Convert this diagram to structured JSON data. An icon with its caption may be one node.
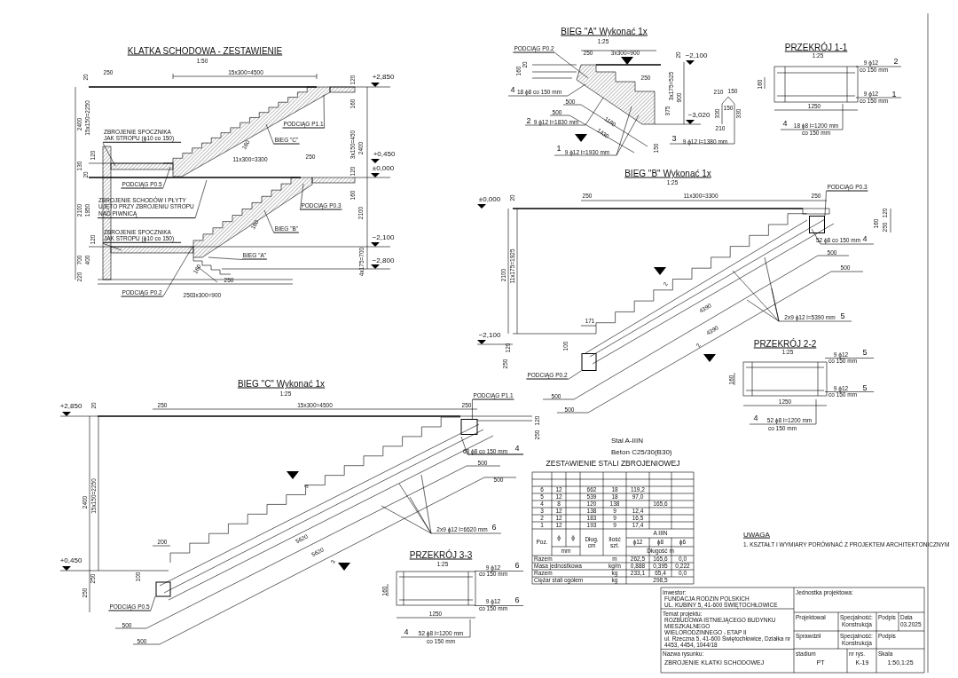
{
  "diagram": {
    "nodes": [
      {
        "text": [
          "PODCIĄG P1.1"
        ]
      },
      {
        "text": [
          "ZBROJENIE SPOCZNIKA JAK STROPU (ϕ10 co 150)"
        ]
      },
      {
        "text": [
          "BIEG \"C\""
        ]
      },
      {
        "text": [
          "PODCIĄG P0.5"
        ]
      },
      {
        "text": [
          "ZBROJENIE SCHODÓW I PŁYTY UJĘTO PRZY ZBROJENIU STROPU NAD PIWNICĄ"
        ]
      },
      {
        "text": [
          "PODCIĄG P0.3"
        ]
      },
      {
        "text": [
          "BIEG \"B\""
        ]
      },
      {
        "text": [
          "ZBROJENIE SPOCZNIKA JAK STROPU (ϕ10 co 150)"
        ]
      },
      {
        "text": [
          "BIEG \"A\""
        ]
      },
      {
        "text": [
          "PODCIĄG P0.2"
        ]
      },
      {
        "text": [
          "PODCIĄG P0.2"
        ]
      },
      {
        "text": [
          "PODCIĄG P0.3"
        ]
      },
      {
        "text": [
          "PODCIĄG P0.2"
        ]
      },
      {
        "text": [
          "PODCIĄG P1.1"
        ]
      },
      {
        "text": [
          "PODCIĄG P0.5"
        ]
      },
      {
        "text": [],
        "shape": "box"
      },
      {
        "text": [],
        "shape": "box"
      },
      {
        "text": [],
        "shape": "box"
      },
      {
        "text": [],
        "shape": "box"
      }
    ],
    "edges": [
      {
        "from": 0,
        "to": null,
        "arrow": "none"
      },
      {
        "from": 1,
        "to": null,
        "arrow": "none"
      },
      {
        "from": 2,
        "to": null,
        "arrow": "none"
      },
      {
        "from": 3,
        "to": null,
        "arrow": "none"
      },
      {
        "from": 4,
        "to": null,
        "arrow": "none"
      },
      {
        "from": 5,
        "to": null,
        "arrow": "none"
      },
      {
        "from": 6,
        "to": null,
        "arrow": "none"
      },
      {
        "from": 7,
        "to": null,
        "arrow": "none"
      },
      {
        "from": 8,
        "to": null,
        "arrow": "none"
      },
      {
        "from": 9,
        "to": null,
        "arrow": "none"
      },
      {
        "from": 10,
        "to": null,
        "arrow": "none"
      },
      {
        "from": 11,
        "to": 15,
        "arrow": "none"
      },
      {
        "from": 12,
        "to": 16,
        "arrow": "none"
      },
      {
        "from": 13,
        "to": 17,
        "arrow": "none"
      },
      {
        "from": 14,
        "to": 18,
        "arrow": "none"
      }
    ],
    "labels": [
      "KLATKA SCHODOWA - ZESTAWIENIE",
      "1:50",
      "20",
      "250",
      "15x300=4500",
      "+2,850",
      "120",
      "160",
      "2400",
      "15x150=2250",
      "160",
      "3x150=450",
      "2400",
      "120",
      "11x300=3300",
      "250",
      "+0,450",
      "130",
      "20",
      "120",
      "±0,000",
      "160",
      "2100",
      "1950",
      "2100",
      "160",
      "120",
      "−2,100",
      "700",
      "400",
      "220",
      "−2,800",
      "4x175=700",
      "160",
      "250",
      "250",
      "3x300=900",
      "BIEG \"A\" Wykonać 1x",
      "1:25",
      "250",
      "3x300=900",
      "20",
      "−2,100",
      "160",
      "20",
      "250",
      "3x175=525",
      "900",
      "4",
      "18 ϕ8 co 150 mm",
      "210",
      "150",
      "150",
      "330",
      "330",
      "210",
      "500",
      "500",
      "375",
      "−3,020",
      "1180",
      "1430",
      "2",
      "9 ϕ12 l=1830 mm",
      "3",
      "9 ϕ12 l=1380 mm",
      "150",
      "1",
      "9 ϕ12 l=1930 mm",
      "PRZEKRÓJ 1-1",
      "1:25",
      "9 ϕ12",
      "co 150 mm",
      "2",
      "160",
      "9 ϕ12",
      "co 150 mm",
      "1",
      "1250",
      "4",
      "18 ϕ8 l=1200 mm",
      "co 150 mm",
      "BIEG \"B\" Wykonać 1x",
      "1:25",
      "±0,000",
      "20",
      "250",
      "11x300=3300",
      "250",
      "120",
      "160",
      "250",
      "52 ϕ8 co 150 mm",
      "4",
      "500",
      "500",
      "2100",
      "11x175=1925",
      "2",
      "2x9 ϕ12 l=5390 mm",
      "5",
      "171",
      "4390",
      "4390",
      "−2,100",
      "120",
      "100",
      "2",
      "250",
      "500",
      "500",
      "PRZEKRÓJ 2-2",
      "1:25",
      "9 ϕ12",
      "co 150 mm",
      "5",
      "160",
      "9 ϕ12",
      "co 150 mm",
      "5",
      "1250",
      "4",
      "52 ϕ8 l=1200 mm",
      "co 150 mm",
      "BIEG \"C\" Wykonać 1x",
      "1:25",
      "+2,850",
      "20",
      "250",
      "15x300=4500",
      "250",
      "120",
      "250",
      "68 ϕ8 co 150 mm",
      "4",
      "500",
      "500",
      "2400",
      "15x150=2250",
      "3",
      "2x9 ϕ12 l=6620 mm",
      "6",
      "200",
      "5620",
      "5620",
      "3",
      "+0,450",
      "250",
      "100",
      "250",
      "500",
      "500",
      "PRZEKRÓJ 3-3",
      "1:25",
      "9 ϕ12",
      "co 150 mm",
      "6",
      "160",
      "9 ϕ12",
      "co 150 mm",
      "6",
      "1250",
      "4",
      "52 ϕ8 l=1200 mm",
      "co 150 mm",
      "Stal A-IIIN",
      "Beton C25/30(B30)",
      "ZESTAWIENIE STALI ZBROJENIOWEJ",
      "6",
      "12",
      "662",
      "18",
      "119,2",
      "5",
      "12",
      "539",
      "18",
      "97,0",
      "4",
      "8",
      "120",
      "138",
      "165,6",
      "3",
      "12",
      "138",
      "9",
      "12,4",
      "2",
      "12",
      "183",
      "9",
      "16,5",
      "1",
      "12",
      "193",
      "9",
      "17,4",
      "Poz.",
      "ϕ",
      "ϕ",
      "Dług. cm",
      "Ilość szt.",
      "A IIIN",
      "ϕ12",
      "ϕ8",
      "ϕ6",
      "mm",
      "Długość m",
      "Razem",
      "m",
      "262,5",
      "165,6",
      "0,0",
      "Masa jednostkowa",
      "kg/m",
      "0,888",
      "0,395",
      "0,222",
      "Razem",
      "kg",
      "233,1",
      "65,4",
      "0,0",
      "Ciężar stali ogółem",
      "kg",
      "298,5",
      "UWAGA",
      "1. KSZTAŁT I WYMIARY PORÓWNAĆ Z PROJEKTEM ARCHITEKTONICZNYM",
      "Inwestor:",
      "FUNDACJA RODZIN POLSKICH",
      "UL. KUBINY 5, 41-600 ŚWIĘTOCHŁOWICE",
      "Temat projektu:",
      "ROZBUDOWA ISTNIEJĄCEGO BUDYNKU MIESZKALNEGO",
      "WIELORODZINNEGO - ETAP II",
      "ul. Rzeczna 5, 41-600 Świętochłowice, Działka nr 4453, 4454, 1044/18",
      "Nazwa rysunku:",
      "ZBROJENIE KLATKI SCHODOWEJ",
      "Jednostka projektowa:",
      "Projektował",
      "Specjalność:",
      "Konstrukcja",
      "Podpis",
      "Data",
      "03.2025",
      "Sprawdził",
      "Specjalność:",
      "Konstrukcja",
      "Podpis",
      "stadium",
      "PT",
      "nr rys.",
      "K-19",
      "Skala",
      "1:50,1:25"
    ]
  }
}
